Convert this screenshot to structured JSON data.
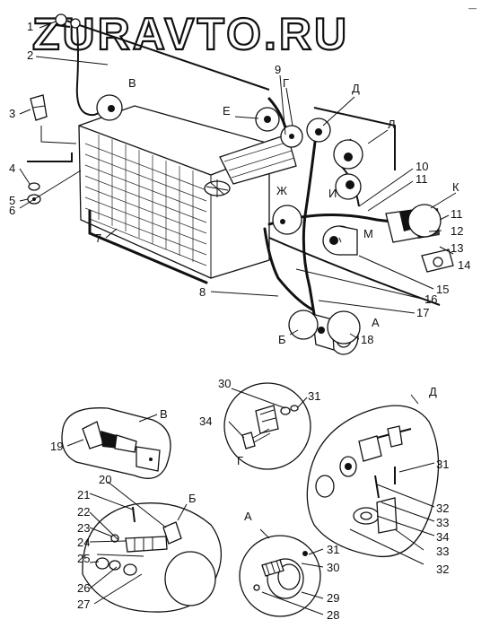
{
  "watermark": "ZURAVTO.RU",
  "corner_mark": "—",
  "callouts": [
    "1",
    "2",
    "3",
    "4",
    "5",
    "6",
    "7",
    "8",
    "9",
    "10",
    "11",
    "11",
    "12",
    "13",
    "14",
    "15",
    "16",
    "17",
    "18",
    "19",
    "20",
    "21",
    "22",
    "23",
    "24",
    "25",
    "26",
    "27",
    "28",
    "29",
    "30",
    "31",
    "30",
    "31",
    "32",
    "33",
    "34",
    "21",
    "23",
    "24",
    "25"
  ],
  "detail_letters": {
    "A": "А",
    "B": "Б",
    "V": "В",
    "G": "Г",
    "D": "Д",
    "E": "Е",
    "Zh": "Ж",
    "I": "И",
    "K": "К",
    "L": "Л",
    "M": "М"
  }
}
